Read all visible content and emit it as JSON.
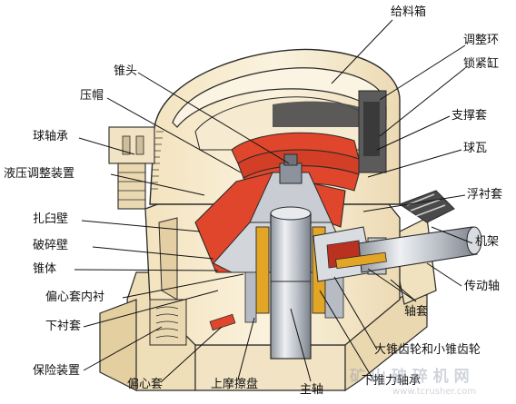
{
  "labels": {
    "feed_box": "给料箱",
    "adjust_ring": "调整环",
    "lock_cylinder": "锁紧缸",
    "cone_head": "锥头",
    "support_sleeve": "支撑套",
    "cap": "压帽",
    "ball_bearing": "球轴承",
    "ball_tile": "球瓦",
    "hydraulic_adjust": "液压调整装置",
    "floating_bush": "浮衬套",
    "concave": "扎臼壁",
    "mantle": "破碎壁",
    "frame": "机架",
    "cone_body": "锥体",
    "transmission_shaft": "传动轴",
    "eccentric_bush_inner": "偏心套内衬",
    "bushing": "轴套",
    "lower_bush": "下衬套",
    "bevel_gears": "大锥齿轮和小锥齿轮",
    "safety_device": "保险装置",
    "eccentric_sleeve": "偏心套",
    "upper_friction_disc": "上摩擦盘",
    "main_shaft": "主轴",
    "lower_thrust_bearing": "下推力轴承"
  },
  "watermark": {
    "cn": "矿 山 破 碎 机 网",
    "en": "www.tcrusher.com"
  },
  "colors": {
    "casing": "#f7ecd2",
    "casing_dark": "#e7d6b0",
    "red": "#e0462c",
    "red_dark": "#b93220",
    "steel": "#c9ccd2",
    "steel_dark": "#8d939c",
    "outline": "#2a2a2a",
    "gold": "#e3a526"
  }
}
